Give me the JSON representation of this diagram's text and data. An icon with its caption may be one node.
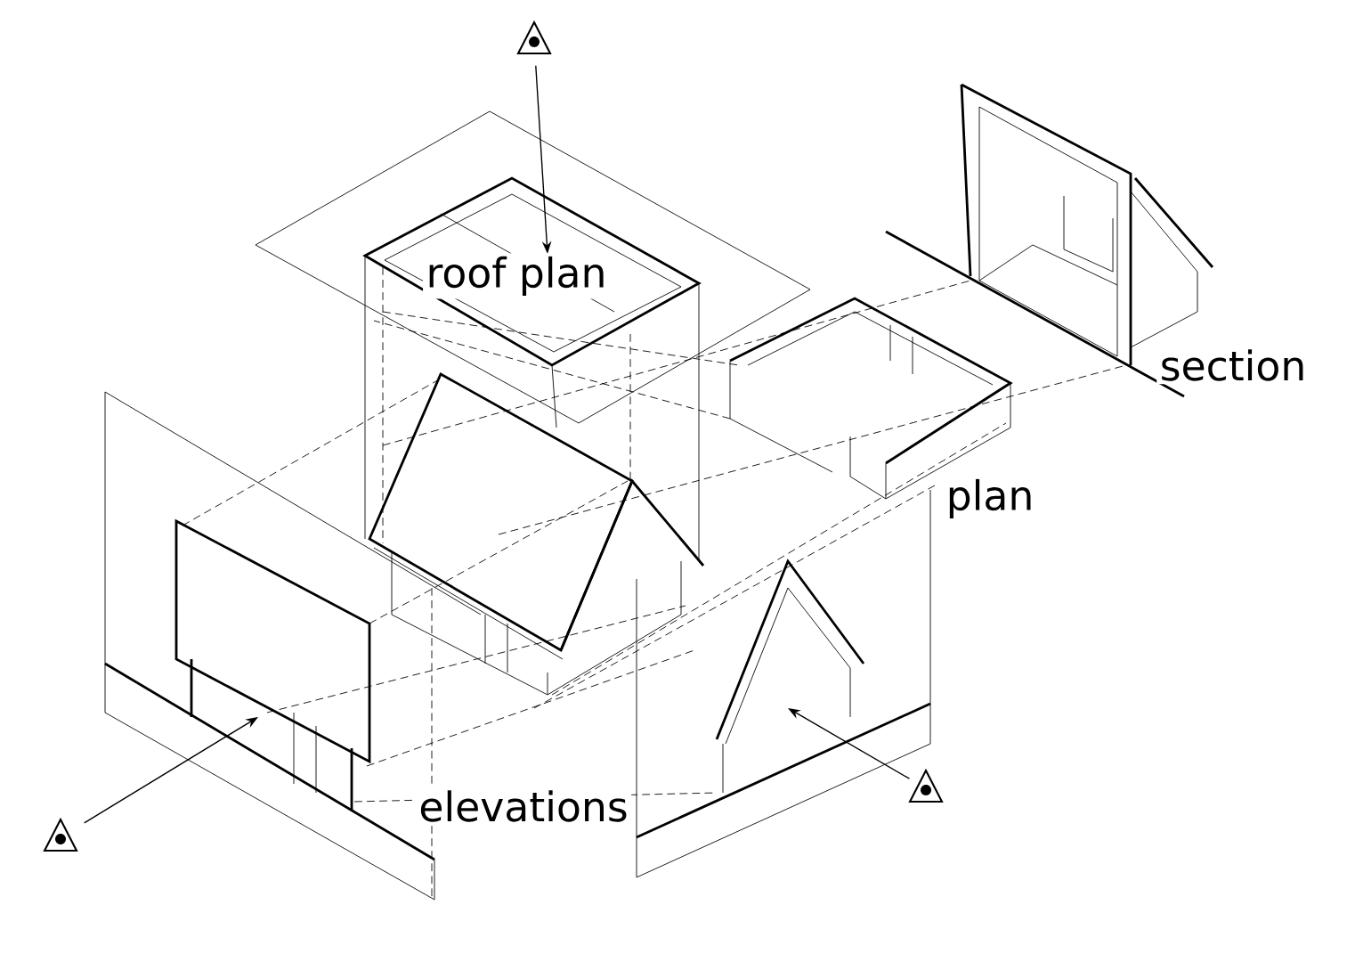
{
  "diagram": {
    "labels": [
      "roof plan",
      "section",
      "plan",
      "elevations"
    ]
  }
}
